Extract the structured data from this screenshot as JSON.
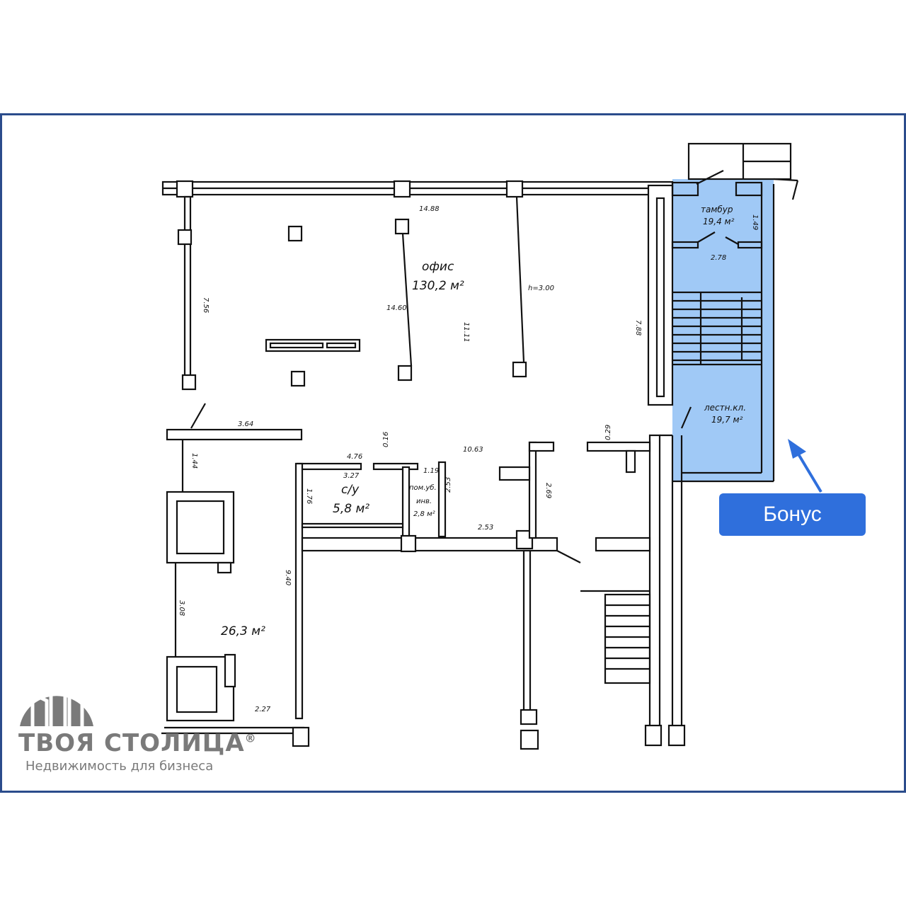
{
  "plan": {
    "office": {
      "name": "офис",
      "area": "130,2 м²"
    },
    "wc": {
      "name": "с/у",
      "area": "5,8 м²"
    },
    "cleaning": {
      "name1": "пом.уб.",
      "name2": "инв.",
      "area": "2,8 м²"
    },
    "room": {
      "area": "26,3 м²"
    },
    "vestibule": {
      "name": "тамбур",
      "area": "19,4 м²"
    },
    "stairwell": {
      "name": "лестн.кл.",
      "area": "19,7 м²"
    },
    "dims": {
      "d1488": "14.88",
      "d756": "7.56",
      "d1460": "14.60",
      "d1111": "11.11",
      "height": "h=3.00",
      "d788": "7.88",
      "d364": "3.64",
      "d144": "1.44",
      "d476": "4.76",
      "d016": "0.16",
      "d327": "3.27",
      "d119": "1.19",
      "d1063": "10.63",
      "d029": "0.29",
      "d176": "1.76",
      "d253a": "2.53",
      "d253b": "2.53",
      "d269": "2.69",
      "d308": "3.08",
      "d940": "9.40",
      "d227": "2.27",
      "d149": "1.49",
      "d278": "2.78"
    }
  },
  "highlight": {
    "label": "Бонус",
    "color": "#2f6fdc",
    "fill": "#8fc0f5"
  },
  "logo": {
    "title": "ТВОЯ СТОЛИЦА",
    "reg": "®",
    "subtitle": "Недвижимость для бизнеса"
  },
  "frame_color": "#2b4c8c"
}
